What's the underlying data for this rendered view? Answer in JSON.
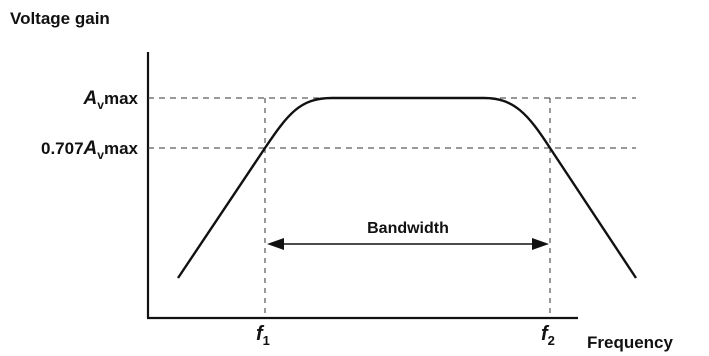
{
  "diagram": {
    "y_axis_title": "Voltage gain",
    "x_axis_title": "Frequency",
    "levels": {
      "max": {
        "symbol": "A",
        "subscript": "v",
        "suffix": "max"
      },
      "cutoff": {
        "prefix": "0.707",
        "symbol": "A",
        "subscript": "v",
        "suffix": "max"
      }
    },
    "markers": {
      "f1": {
        "symbol": "f",
        "subscript": "1"
      },
      "f2": {
        "symbol": "f",
        "subscript": "2"
      }
    },
    "bandwidth_label": "Bandwidth"
  }
}
